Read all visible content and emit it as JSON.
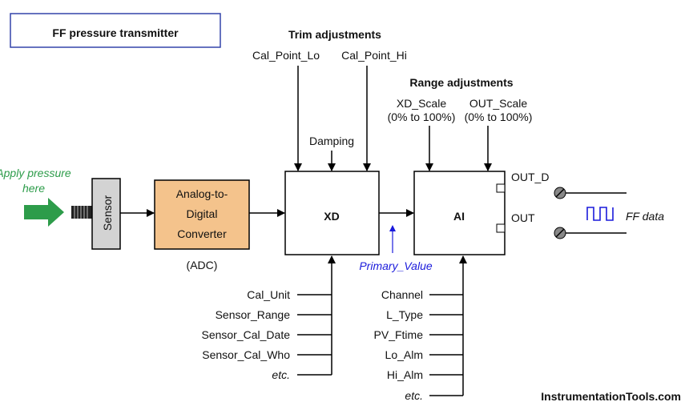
{
  "title": "FF pressure transmitter",
  "apply_pressure": [
    "Apply pressure",
    "here"
  ],
  "sensor_label": "Sensor",
  "adc": {
    "lines": [
      "Analog-to-",
      "Digital",
      "Converter"
    ],
    "abbr": "(ADC)"
  },
  "trim": {
    "heading": "Trim adjustments",
    "cal_lo": "Cal_Point_Lo",
    "cal_hi": "Cal_Point_Hi",
    "damping": "Damping"
  },
  "range": {
    "heading": "Range adjustments",
    "xd_scale": [
      "XD_Scale",
      "(0% to 100%)"
    ],
    "out_scale": [
      "OUT_Scale",
      "(0% to 100%)"
    ]
  },
  "xd_block": "XD",
  "ai_block": "AI",
  "primary_value": "Primary_Value",
  "out_d": "OUT_D",
  "out": "OUT",
  "ff_data": "FF data",
  "xd_params": [
    "Cal_Unit",
    "Sensor_Range",
    "Sensor_Cal_Date",
    "Sensor_Cal_Who",
    "etc."
  ],
  "ai_params": [
    "Channel",
    "L_Type",
    "PV_Ftime",
    "Lo_Alm",
    "Hi_Alm",
    "etc."
  ],
  "watermark": "InstrumentationTools.com",
  "colors": {
    "adc_fill": "#f4c38c",
    "sensor_fill": "#d3d3d3",
    "arrow_green": "#2d9c4a",
    "primary_blue": "#1a1adb",
    "title_border": "#3344aa"
  }
}
